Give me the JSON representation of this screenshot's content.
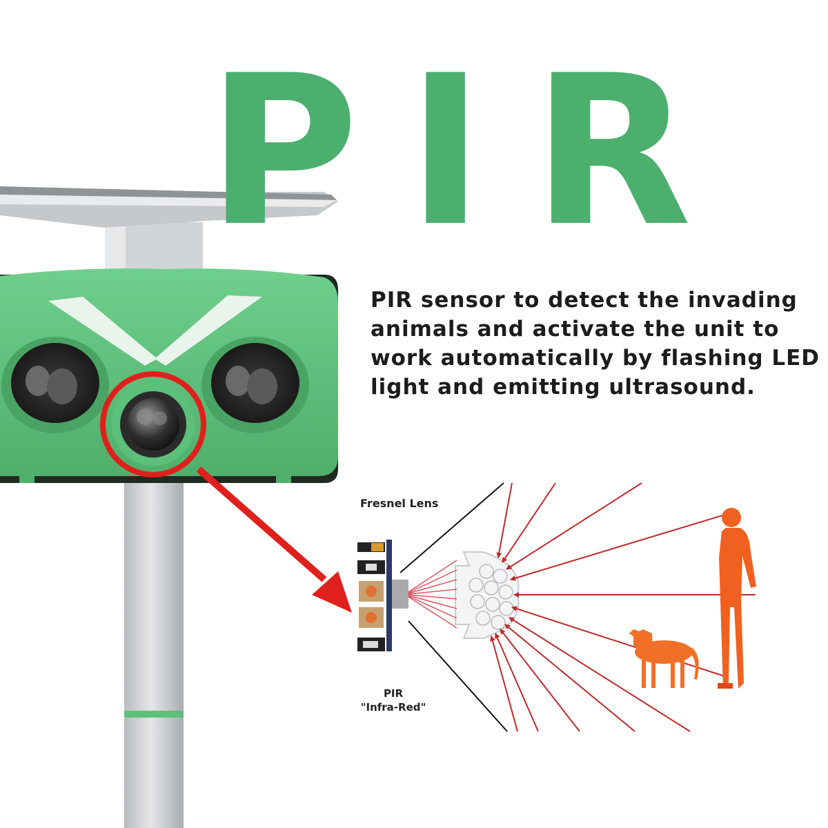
{
  "headline": "PIR",
  "description": "PIR sensor to detect the invading animals and activate the unit to work automatically by flashing LED light and emitting ultrasound.",
  "diagram": {
    "lens_label": "Fresnel Lens",
    "pir_label_line1": "PIR",
    "pir_label_line2": "\"Infra-Red\""
  },
  "colors": {
    "brand_green": "#4caf6e",
    "device_green": "#5cc07a",
    "callout_red": "#e0201c",
    "ray_red": "#c0282c",
    "figure_orange": "#f06020"
  }
}
